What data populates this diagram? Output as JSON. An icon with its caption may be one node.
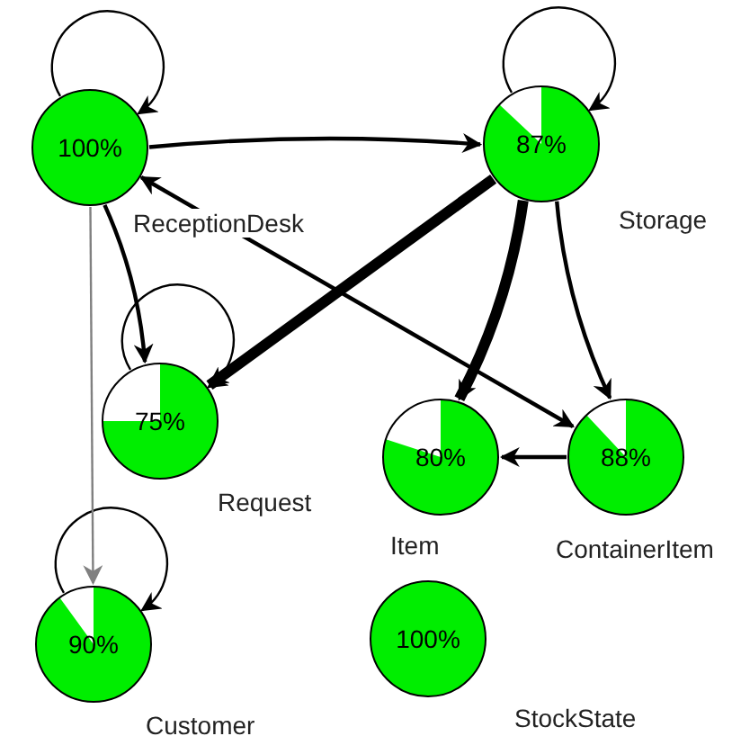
{
  "diagram": {
    "nodes": [
      {
        "text": [
          "100%"
        ],
        "beside": [
          "ReceptionDesk"
        ]
      },
      {
        "text": [
          "87%"
        ],
        "beside": [
          "Storage"
        ]
      },
      {
        "text": [
          "75%"
        ],
        "beside": [
          "Request"
        ]
      },
      {
        "text": [
          "80%"
        ],
        "beside": [
          "Item"
        ]
      },
      {
        "text": [
          "88%"
        ],
        "beside": [
          "ContainerItem"
        ]
      },
      {
        "text": [
          "90%"
        ],
        "beside": [
          "Customer"
        ]
      },
      {
        "text": [
          "100%"
        ],
        "beside": [
          "StockState"
        ]
      }
    ],
    "edges": [
      {
        "from": 0,
        "to": 0,
        "arrow": "to"
      },
      {
        "from": 1,
        "to": 1,
        "arrow": "to"
      },
      {
        "from": 2,
        "to": 2,
        "arrow": "to"
      },
      {
        "from": 5,
        "to": 5,
        "arrow": "to"
      },
      {
        "from": 0,
        "to": 1,
        "arrow": "to"
      },
      {
        "from": 0,
        "to": 2,
        "arrow": "to"
      },
      {
        "from": 0,
        "to": 5,
        "arrow": "to",
        "color": "#808080"
      },
      {
        "from": 0,
        "to": 4,
        "arrow": "both"
      },
      {
        "from": 1,
        "to": 2,
        "arrow": "to",
        "style": "thick"
      },
      {
        "from": 1,
        "to": 3,
        "arrow": "to",
        "style": "thick"
      },
      {
        "from": 1,
        "to": 4,
        "arrow": "to"
      },
      {
        "from": 4,
        "to": 3,
        "arrow": "to"
      }
    ]
  }
}
